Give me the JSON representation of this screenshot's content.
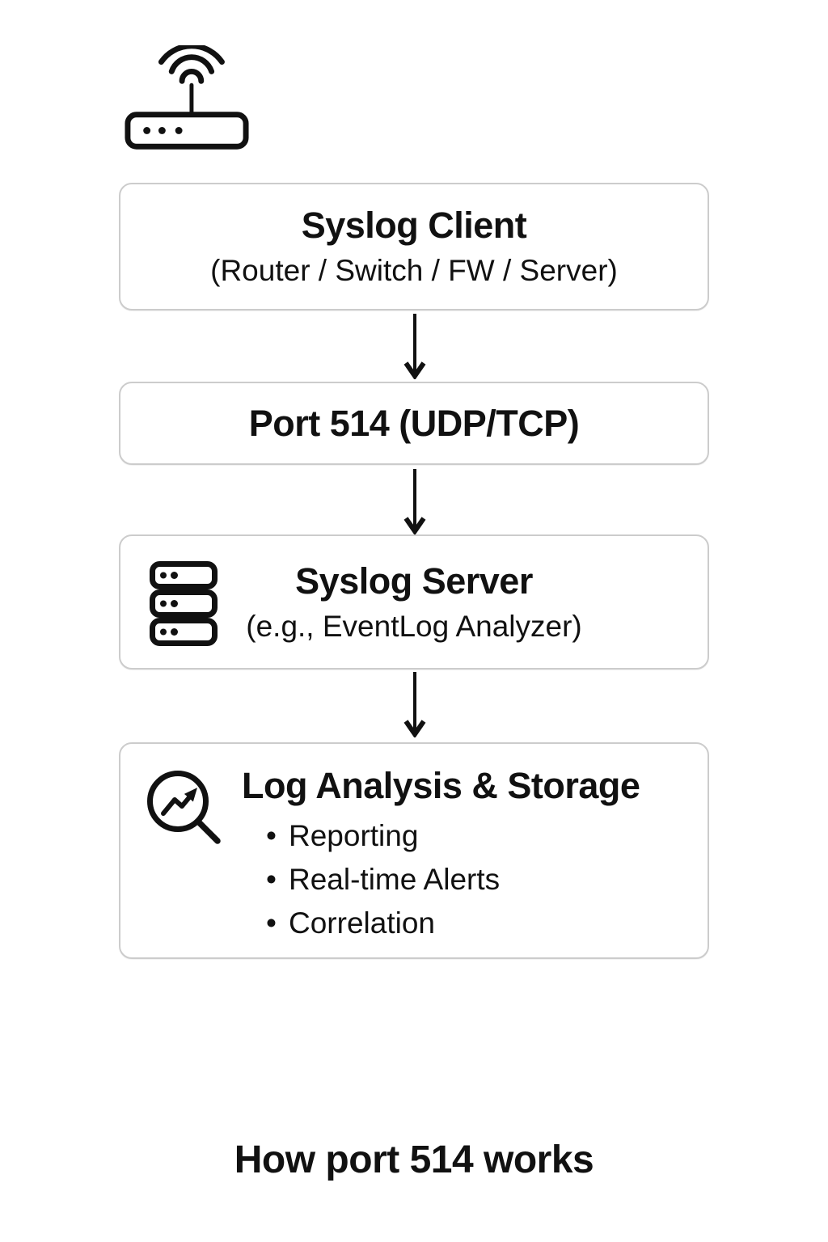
{
  "diagram": {
    "colors": {
      "background": "#ffffff",
      "text": "#111111",
      "border": "#cccccc",
      "icon_stroke": "#111111"
    },
    "header_icon": "wifi-router-icon",
    "nodes": [
      {
        "title": "Syslog Client",
        "subtitle": "(Router / Switch / FW / Server)"
      },
      {
        "title": "Port 514 (UDP/TCP)"
      },
      {
        "title": "Syslog Server",
        "subtitle": "(e.g., EventLog Analyzer)",
        "icon": "server-stack-icon"
      },
      {
        "title": "Log Analysis & Storage",
        "icon": "chart-magnifier-icon",
        "bullets": [
          "Reporting",
          "Real-time Alerts",
          "Correlation"
        ]
      }
    ],
    "caption": "How port 514 works"
  }
}
